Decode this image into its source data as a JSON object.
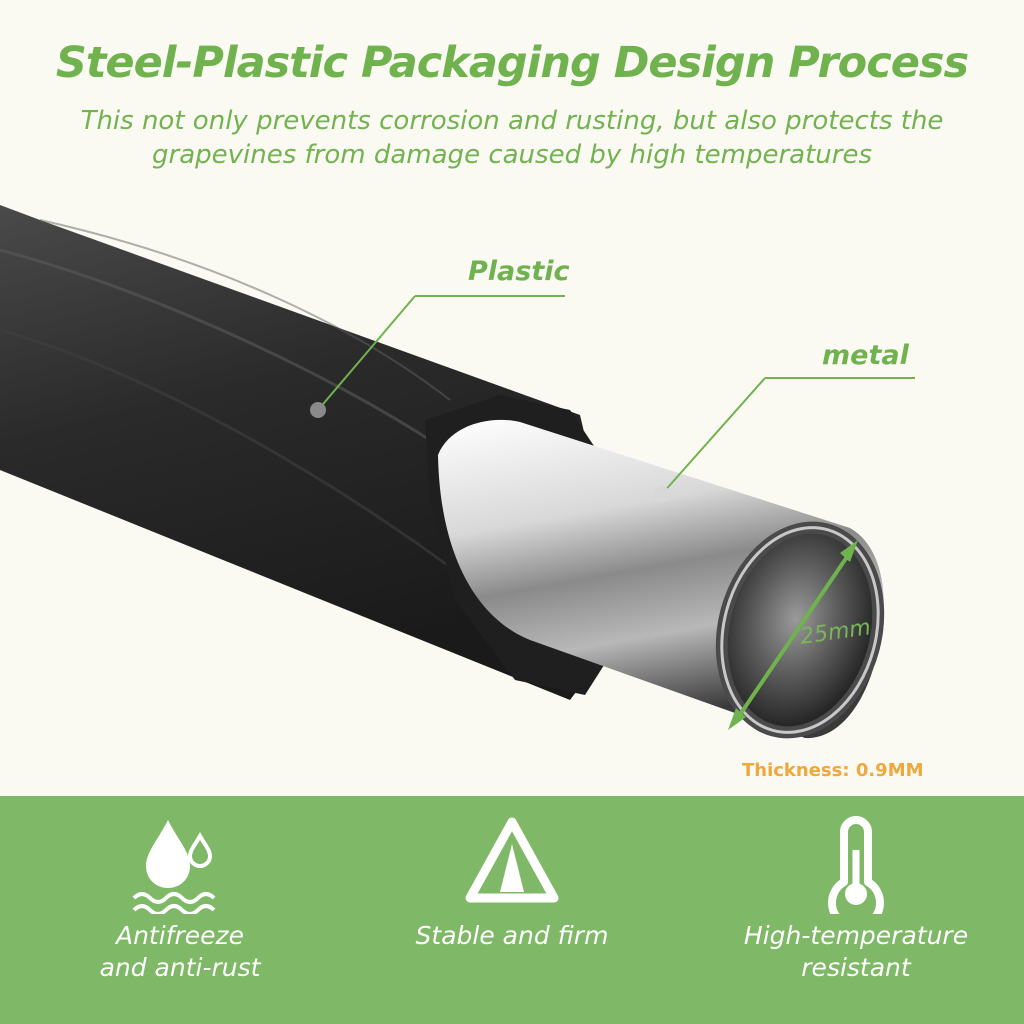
{
  "header": {
    "title": "Steel-Plastic Packaging Design Process",
    "subtitle": "This not only prevents corrosion and rusting, but also protects the grapevines from damage caused by high temperatures"
  },
  "callouts": {
    "plastic": "Plastic",
    "metal": "metal",
    "diameter": "25mm",
    "thickness": "Thickness: 0.9MM"
  },
  "features": [
    {
      "icon": "water-drops-icon",
      "line1": "Antifreeze",
      "line2": "and anti-rust"
    },
    {
      "icon": "tent-triangle-icon",
      "line1": "Stable and firm",
      "line2": ""
    },
    {
      "icon": "thermometer-icon",
      "line1": "High-temperature",
      "line2": "resistant"
    }
  ],
  "colors": {
    "accent_green": "#6fb24e",
    "band_green": "#7fb866",
    "thickness_orange": "#f0a73b",
    "background": "#fafaf3"
  }
}
